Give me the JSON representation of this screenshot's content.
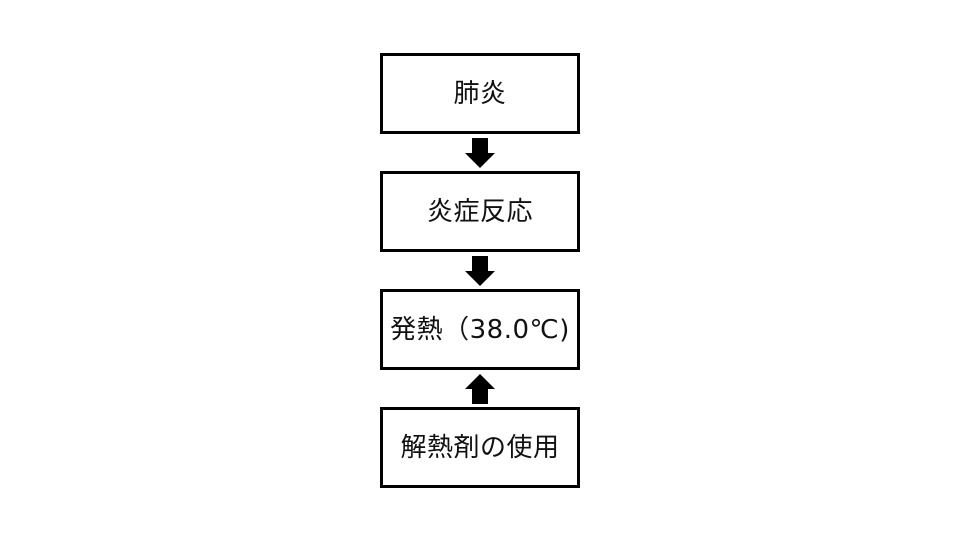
{
  "diagram": {
    "type": "flowchart",
    "orientation": "vertical",
    "background_color": "#ffffff",
    "line_color": "#000000",
    "text_color": "#111111",
    "nodes": [
      {
        "id": "node-1",
        "label": "肺炎"
      },
      {
        "id": "node-2",
        "label": "炎症反応"
      },
      {
        "id": "node-3",
        "label": "発熱（38.0℃)"
      },
      {
        "id": "node-4",
        "label": "解熱剤の使用"
      }
    ],
    "connectors": [
      {
        "id": "connector-1",
        "from": "node-1",
        "to": "node-2",
        "direction": "down",
        "style": "solid-block-arrow"
      },
      {
        "id": "connector-2",
        "from": "node-2",
        "to": "node-3",
        "direction": "down",
        "style": "solid-block-arrow"
      },
      {
        "id": "connector-3",
        "from": "node-4",
        "to": "node-3",
        "direction": "up",
        "style": "solid-block-arrow"
      }
    ]
  }
}
